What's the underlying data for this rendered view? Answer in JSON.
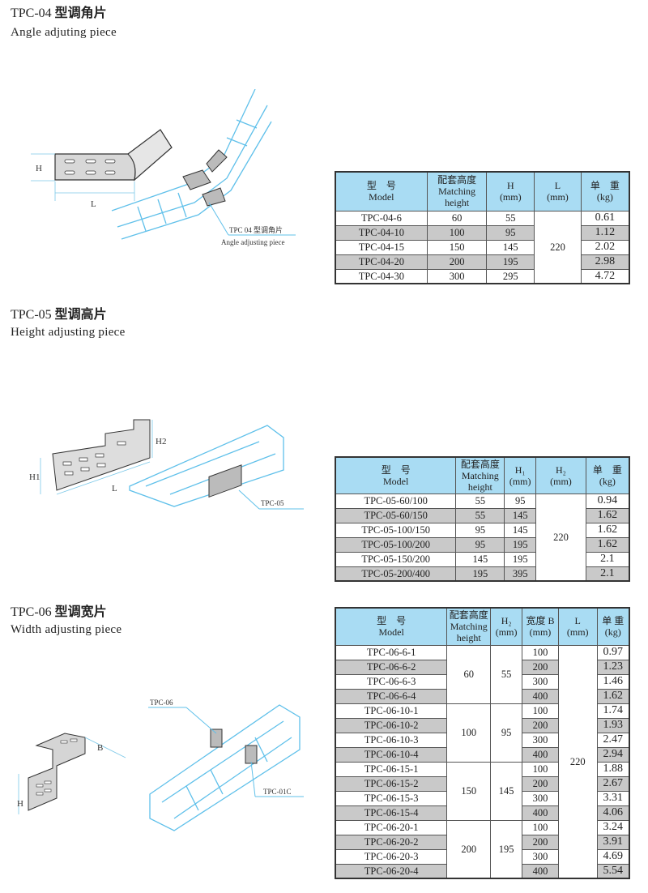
{
  "sections": [
    {
      "title_code": "TPC-04",
      "title_cn": "型调角片",
      "subtitle": "Angle adjuting piece"
    },
    {
      "title_code": "TPC-05",
      "title_cn": "型调高片",
      "subtitle": "Height adjusting piece"
    },
    {
      "title_code": "TPC-06",
      "title_cn": "型调宽片",
      "subtitle": "Width adjusting piece"
    }
  ],
  "drawings": {
    "d1": {
      "h": "H",
      "l": "L",
      "callout_cn": "TPC 04 型调角片",
      "callout_en": "Angle adjusting piece"
    },
    "d2": {
      "h1": "H1",
      "h2": "H2",
      "l": "L",
      "callout": "TPC-05"
    },
    "d3": {
      "b": "B",
      "h": "H",
      "callout1": "TPC-06",
      "callout2": "TPC-01C"
    }
  },
  "tables": [
    {
      "headers": [
        [
          "型　号",
          "Model"
        ],
        [
          "配套高度",
          "Matching",
          "height"
        ],
        [
          "H",
          "(mm)"
        ],
        [
          "L",
          "(mm)"
        ],
        [
          "单　重",
          "(kg)"
        ]
      ],
      "widths": [
        114,
        74,
        59,
        58,
        60
      ],
      "rows": [
        [
          "TPC-04-6",
          "60",
          "55",
          {
            "v": "220",
            "rowspan": 5
          },
          "0.61"
        ],
        [
          "TPC-04-10",
          "100",
          "95",
          "1.12"
        ],
        [
          "TPC-04-15",
          "150",
          "145",
          "2.02"
        ],
        [
          "TPC-04-20",
          "200",
          "195",
          "2.98"
        ],
        [
          "TPC-04-30",
          "300",
          "295",
          "4.72"
        ]
      ]
    },
    {
      "headers": [
        [
          "型　号",
          "Model"
        ],
        [
          "配套高度",
          "Matching",
          "height"
        ],
        [
          "H₁",
          "(mm)"
        ],
        [
          "H₂",
          "(mm)"
        ],
        [
          "单　重",
          "(kg)"
        ]
      ],
      "widths": [
        150,
        60,
        39,
        62,
        54
      ],
      "rows": [
        [
          "TPC-05-60/100",
          "55",
          "95",
          {
            "v": "220",
            "rowspan": 6
          },
          "0.94"
        ],
        [
          "TPC-05-60/150",
          "55",
          "145",
          "1.62"
        ],
        [
          "TPC-05-100/150",
          "95",
          "145",
          "1.62"
        ],
        [
          "TPC-05-100/200",
          "95",
          "195",
          "1.62"
        ],
        [
          "TPC-05-150/200",
          "145",
          "195",
          "2.1"
        ],
        [
          "TPC-05-200/400",
          "195",
          "395",
          "2.1"
        ]
      ]
    },
    {
      "headers": [
        [
          "型　号",
          "Model"
        ],
        [
          "配套高度",
          "Matching",
          "height"
        ],
        [
          "H₂",
          "(mm)"
        ],
        [
          "宽度 B",
          "(mm)"
        ],
        [
          "L",
          "(mm)"
        ],
        [
          "单 重",
          "(kg)"
        ]
      ],
      "widths": [
        139,
        54,
        39,
        45,
        48,
        40
      ],
      "rows": [
        [
          "TPC-06-6-1",
          {
            "v": "60",
            "rowspan": 4
          },
          {
            "v": "55",
            "rowspan": 4
          },
          "100",
          {
            "v": "220",
            "rowspan": 16
          },
          "0.97"
        ],
        [
          "TPC-06-6-2",
          "200",
          "1.23"
        ],
        [
          "TPC-06-6-3",
          "300",
          "1.46"
        ],
        [
          "TPC-06-6-4",
          "400",
          "1.62"
        ],
        [
          "TPC-06-10-1",
          {
            "v": "100",
            "rowspan": 4
          },
          {
            "v": "95",
            "rowspan": 4
          },
          "100",
          "1.74"
        ],
        [
          "TPC-06-10-2",
          "200",
          "1.93"
        ],
        [
          "TPC-06-10-3",
          "300",
          "2.47"
        ],
        [
          "TPC-06-10-4",
          "400",
          "2.94"
        ],
        [
          "TPC-06-15-1",
          {
            "v": "150",
            "rowspan": 4
          },
          {
            "v": "145",
            "rowspan": 4
          },
          "100",
          "1.88"
        ],
        [
          "TPC-06-15-2",
          "200",
          "2.67"
        ],
        [
          "TPC-06-15-3",
          "300",
          "3.31"
        ],
        [
          "TPC-06-15-4",
          "400",
          "4.06"
        ],
        [
          "TPC-06-20-1",
          {
            "v": "200",
            "rowspan": 4
          },
          {
            "v": "195",
            "rowspan": 4
          },
          "100",
          "3.24"
        ],
        [
          "TPC-06-20-2",
          "200",
          "3.91"
        ],
        [
          "TPC-06-20-3",
          "300",
          "4.69"
        ],
        [
          "TPC-06-20-4",
          "400",
          "5.54"
        ]
      ]
    }
  ]
}
